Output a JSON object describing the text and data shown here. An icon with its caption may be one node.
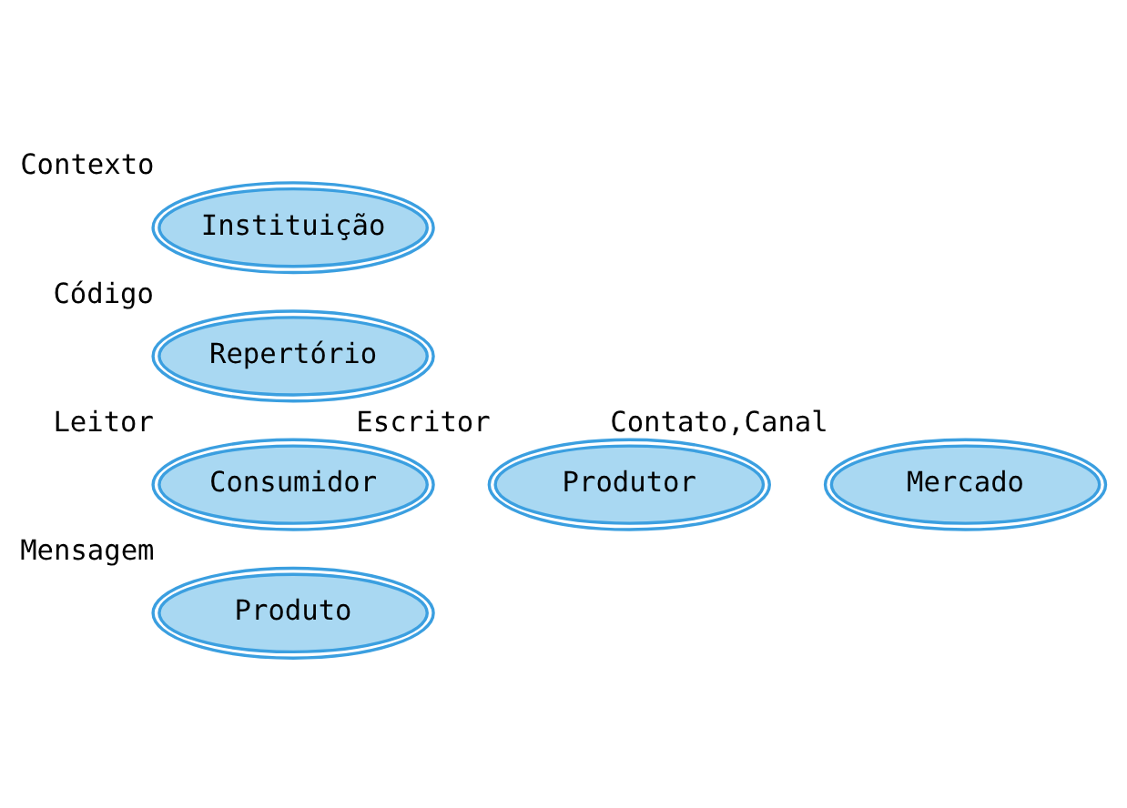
{
  "diagram": {
    "nodes": [
      {
        "text": [
          "Instituição"
        ],
        "beside": [
          "Contexto"
        ]
      },
      {
        "text": [
          "Repertório"
        ],
        "beside": [
          "Código"
        ]
      },
      {
        "text": [
          "Produtor"
        ],
        "beside": [
          "Escritor"
        ]
      },
      {
        "text": [
          "Consumidor"
        ],
        "beside": [
          "Leitor"
        ]
      },
      {
        "text": [
          "Mercado"
        ],
        "beside": [
          "Contato,Canal"
        ]
      },
      {
        "text": [
          "Produto"
        ],
        "beside": [
          "Mensagem"
        ]
      }
    ],
    "edges": []
  }
}
